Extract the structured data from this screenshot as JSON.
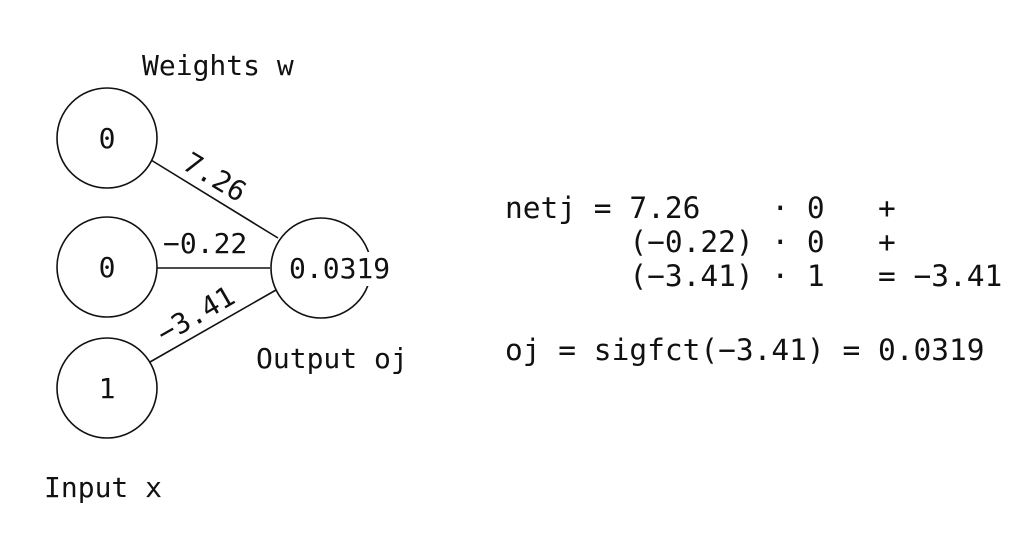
{
  "labels": {
    "weights": "Weights w",
    "input": "Input x",
    "output": "Output oj"
  },
  "inputs": [
    "0",
    "0",
    "1"
  ],
  "weights": [
    "7.26",
    "−0.22",
    "−3.41"
  ],
  "output_value": "0.0319",
  "equations": {
    "net_line1": "netj = 7.26    · 0   +",
    "net_line2": "       (−0.22) · 0   +",
    "net_line3": "       (−3.41) · 1   = −3.41",
    "output_line": "oj = sigfct(−3.41) = 0.0319"
  }
}
